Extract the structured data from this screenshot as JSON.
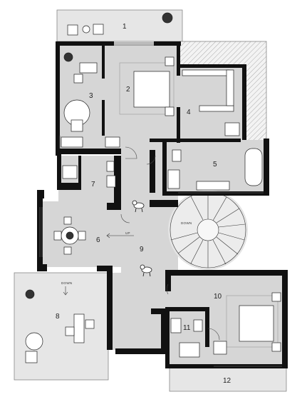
{
  "rooms": [
    {
      "id": "1",
      "label": "1"
    },
    {
      "id": "2",
      "label": "2"
    },
    {
      "id": "3",
      "label": "3"
    },
    {
      "id": "4",
      "label": "4"
    },
    {
      "id": "5",
      "label": "5"
    },
    {
      "id": "6",
      "label": "6"
    },
    {
      "id": "7",
      "label": "7"
    },
    {
      "id": "8",
      "label": "8"
    },
    {
      "id": "9",
      "label": "9"
    },
    {
      "id": "10",
      "label": "10"
    },
    {
      "id": "11",
      "label": "11"
    },
    {
      "id": "12",
      "label": "12"
    }
  ],
  "stair_labels": {
    "spiral": "DOWN",
    "terrace": "DOWN",
    "living": "UP"
  },
  "colors": {
    "floor": "#d3d3d3",
    "terrace": "#e6e6e6",
    "wall": "#111111",
    "furniture": "#ffffff"
  }
}
